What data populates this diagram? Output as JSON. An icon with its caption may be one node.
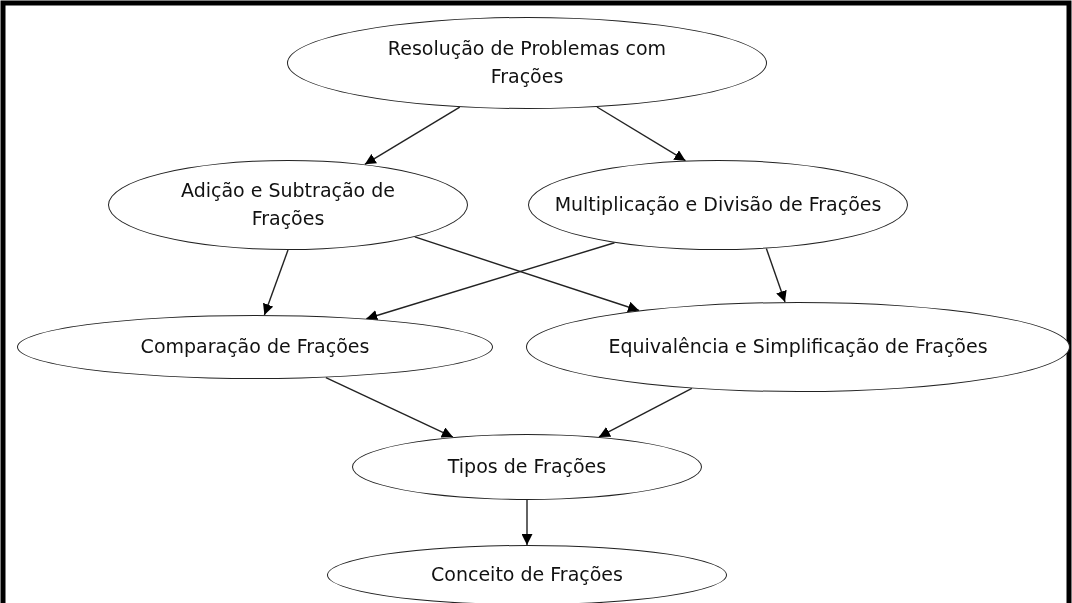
{
  "diagram": {
    "nodes": [
      {
        "text": [
          "Resolução de Problemas com Frações"
        ]
      },
      {
        "text": [
          "Adição e Subtração de Frações"
        ]
      },
      {
        "text": [
          "Multiplicação e Divisão de Frações"
        ]
      },
      {
        "text": [
          "Comparação de Frações"
        ]
      },
      {
        "text": [
          "Equivalência e Simplificação de Frações"
        ]
      },
      {
        "text": [
          "Tipos de Frações"
        ]
      },
      {
        "text": [
          "Conceito de Frações"
        ]
      }
    ],
    "edges": [
      {
        "from": 0,
        "to": 1,
        "arrow": "to"
      },
      {
        "from": 0,
        "to": 2,
        "arrow": "to"
      },
      {
        "from": 1,
        "to": 3,
        "arrow": "to"
      },
      {
        "from": 1,
        "to": 4,
        "arrow": "to"
      },
      {
        "from": 2,
        "to": 3,
        "arrow": "to"
      },
      {
        "from": 2,
        "to": 4,
        "arrow": "to"
      },
      {
        "from": 3,
        "to": 5,
        "arrow": "to"
      },
      {
        "from": 4,
        "to": 5,
        "arrow": "to"
      },
      {
        "from": 5,
        "to": 6,
        "arrow": "to"
      }
    ]
  }
}
